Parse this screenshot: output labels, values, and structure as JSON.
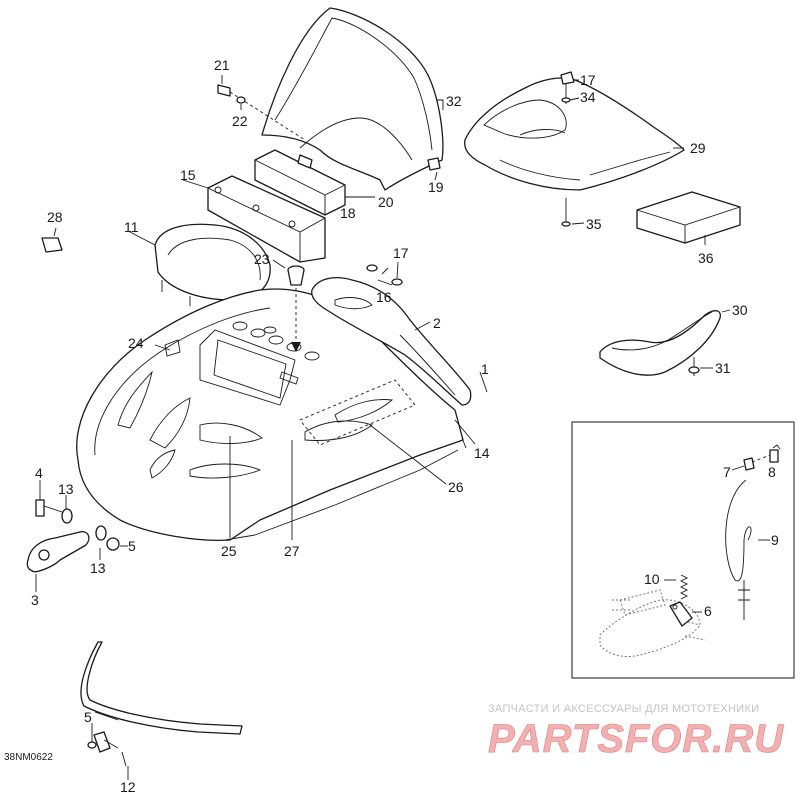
{
  "drawing": {
    "code": "38NM0622",
    "watermark_line1": "ЗАПЧАСТИ И АКСЕССУАРЫ ДЛЯ МОТОТЕХНИКИ",
    "watermark_line2": "PARTSFOR.RU"
  },
  "callouts": {
    "c1": "1",
    "c2": "2",
    "c3": "3",
    "c4": "4",
    "c5": "5",
    "c5b": "5",
    "c6": "6",
    "c7": "7",
    "c8": "8",
    "c9": "9",
    "c10": "10",
    "c11": "11",
    "c12": "12",
    "c13": "13",
    "c13b": "13",
    "c14": "14",
    "c15": "15",
    "c16": "16",
    "c17": "17",
    "c17b": "17",
    "c18": "18",
    "c19": "19",
    "c20": "20",
    "c21": "21",
    "c22": "22",
    "c23": "23",
    "c24": "24",
    "c25": "25",
    "c26": "26",
    "c27": "27",
    "c28": "28",
    "c29": "29",
    "c30": "30",
    "c31": "31",
    "c32": "32",
    "c34": "34",
    "c35": "35",
    "c36": "36"
  }
}
